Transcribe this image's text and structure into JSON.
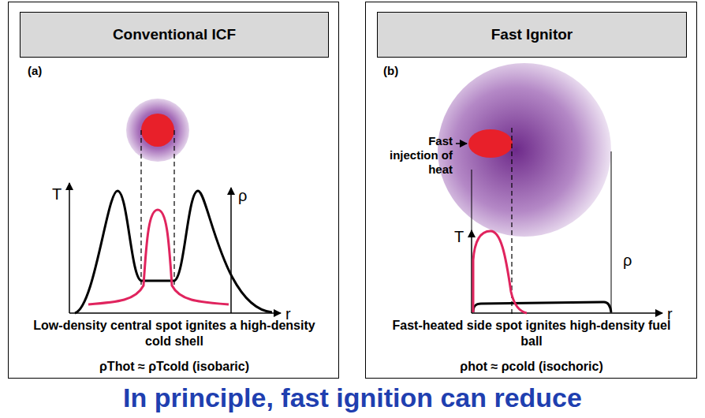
{
  "diagram": {
    "title": "In principle, fast ignition can reduce",
    "nodes": [
      {
        "text": [
          "(a)",
          "Low-density central spot ignites a high-density cold shell",
          "ρThot ≈ ρTcold (isobaric)"
        ]
      },
      {
        "text": [
          "Conventional ICF"
        ],
        "in": 0
      },
      {
        "text": [
          "(b)",
          "Fast-heated side spot ignites high-density fuel ball",
          "ρhot ≈ ρcold (isochoric)"
        ]
      },
      {
        "text": [
          "Fast Ignitor"
        ],
        "in": 2
      }
    ],
    "labels": [
      "T",
      "ρ",
      "r",
      "T",
      "ρ",
      "r",
      "Fast injection of heat"
    ]
  }
}
